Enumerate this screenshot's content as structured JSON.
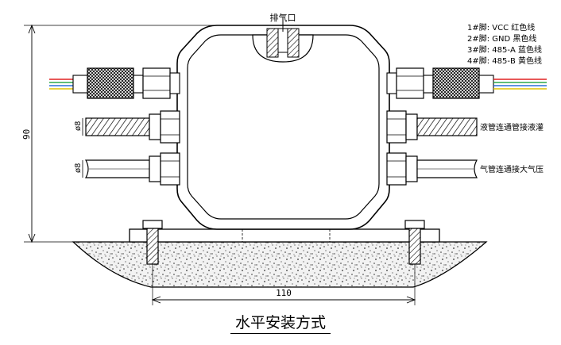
{
  "exhaust_label": "排气口",
  "pins": [
    {
      "label": "1#脚: VCC  红色线"
    },
    {
      "label": "2#脚: GND  黑色线"
    },
    {
      "label": "3#脚: 485-A 蓝色线"
    },
    {
      "label": "4#脚: 485-B 黄色线"
    }
  ],
  "liquid_tube_label": "液管连通管接液灌",
  "air_tube_label": "气管连通接大气压",
  "dims": {
    "height": "90",
    "width": "110",
    "tube_dia_1": "ø8",
    "tube_dia_2": "ø8"
  },
  "caption": "水平安装方式",
  "colors": {
    "wire_red": "#e02020",
    "wire_black": "#222222",
    "wire_blue": "#2a6fd6",
    "wire_yellow": "#e0c000",
    "wire_green": "#2aa84a"
  }
}
